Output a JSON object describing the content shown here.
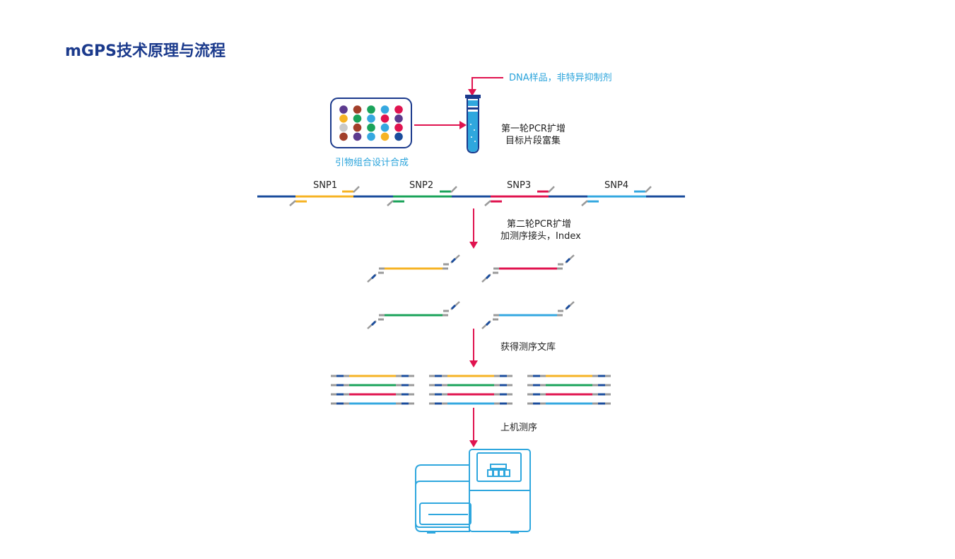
{
  "title": "mGPS技术原理与流程",
  "labels": {
    "sample": "DNA样品，非特异抑制剂",
    "primer": "引物组合设计合成",
    "step1_line1": "第一轮PCR扩增",
    "step1_line2": "目标片段富集",
    "step2_line1": "第二轮PCR扩增",
    "step2_line2": "加测序接头，Index",
    "step3": "获得测序文库",
    "step4": "上机测序"
  },
  "snps": [
    "SNP1",
    "SNP2",
    "SNP3",
    "SNP4"
  ],
  "colors": {
    "navy": "#1b3a8c",
    "dna_blue": "#1a4c9c",
    "arrow_red": "#e0134f",
    "yellow": "#f6b324",
    "green": "#1aa35a",
    "red": "#e0134f",
    "cyan": "#35a8e0",
    "gray": "#9a9a9a",
    "purple": "#5c3a8e",
    "brown": "#a23f2a",
    "silver": "#c9c9c9",
    "instrument": "#2fa7de"
  },
  "plate_dot_colors": [
    [
      "purple",
      "brown",
      "green",
      "cyan",
      "red"
    ],
    [
      "yellow",
      "green",
      "cyan",
      "red",
      "purple"
    ],
    [
      "silver",
      "brown",
      "green",
      "cyan",
      "red"
    ],
    [
      "brown",
      "purple",
      "cyan",
      "yellow",
      "dna_blue"
    ]
  ]
}
